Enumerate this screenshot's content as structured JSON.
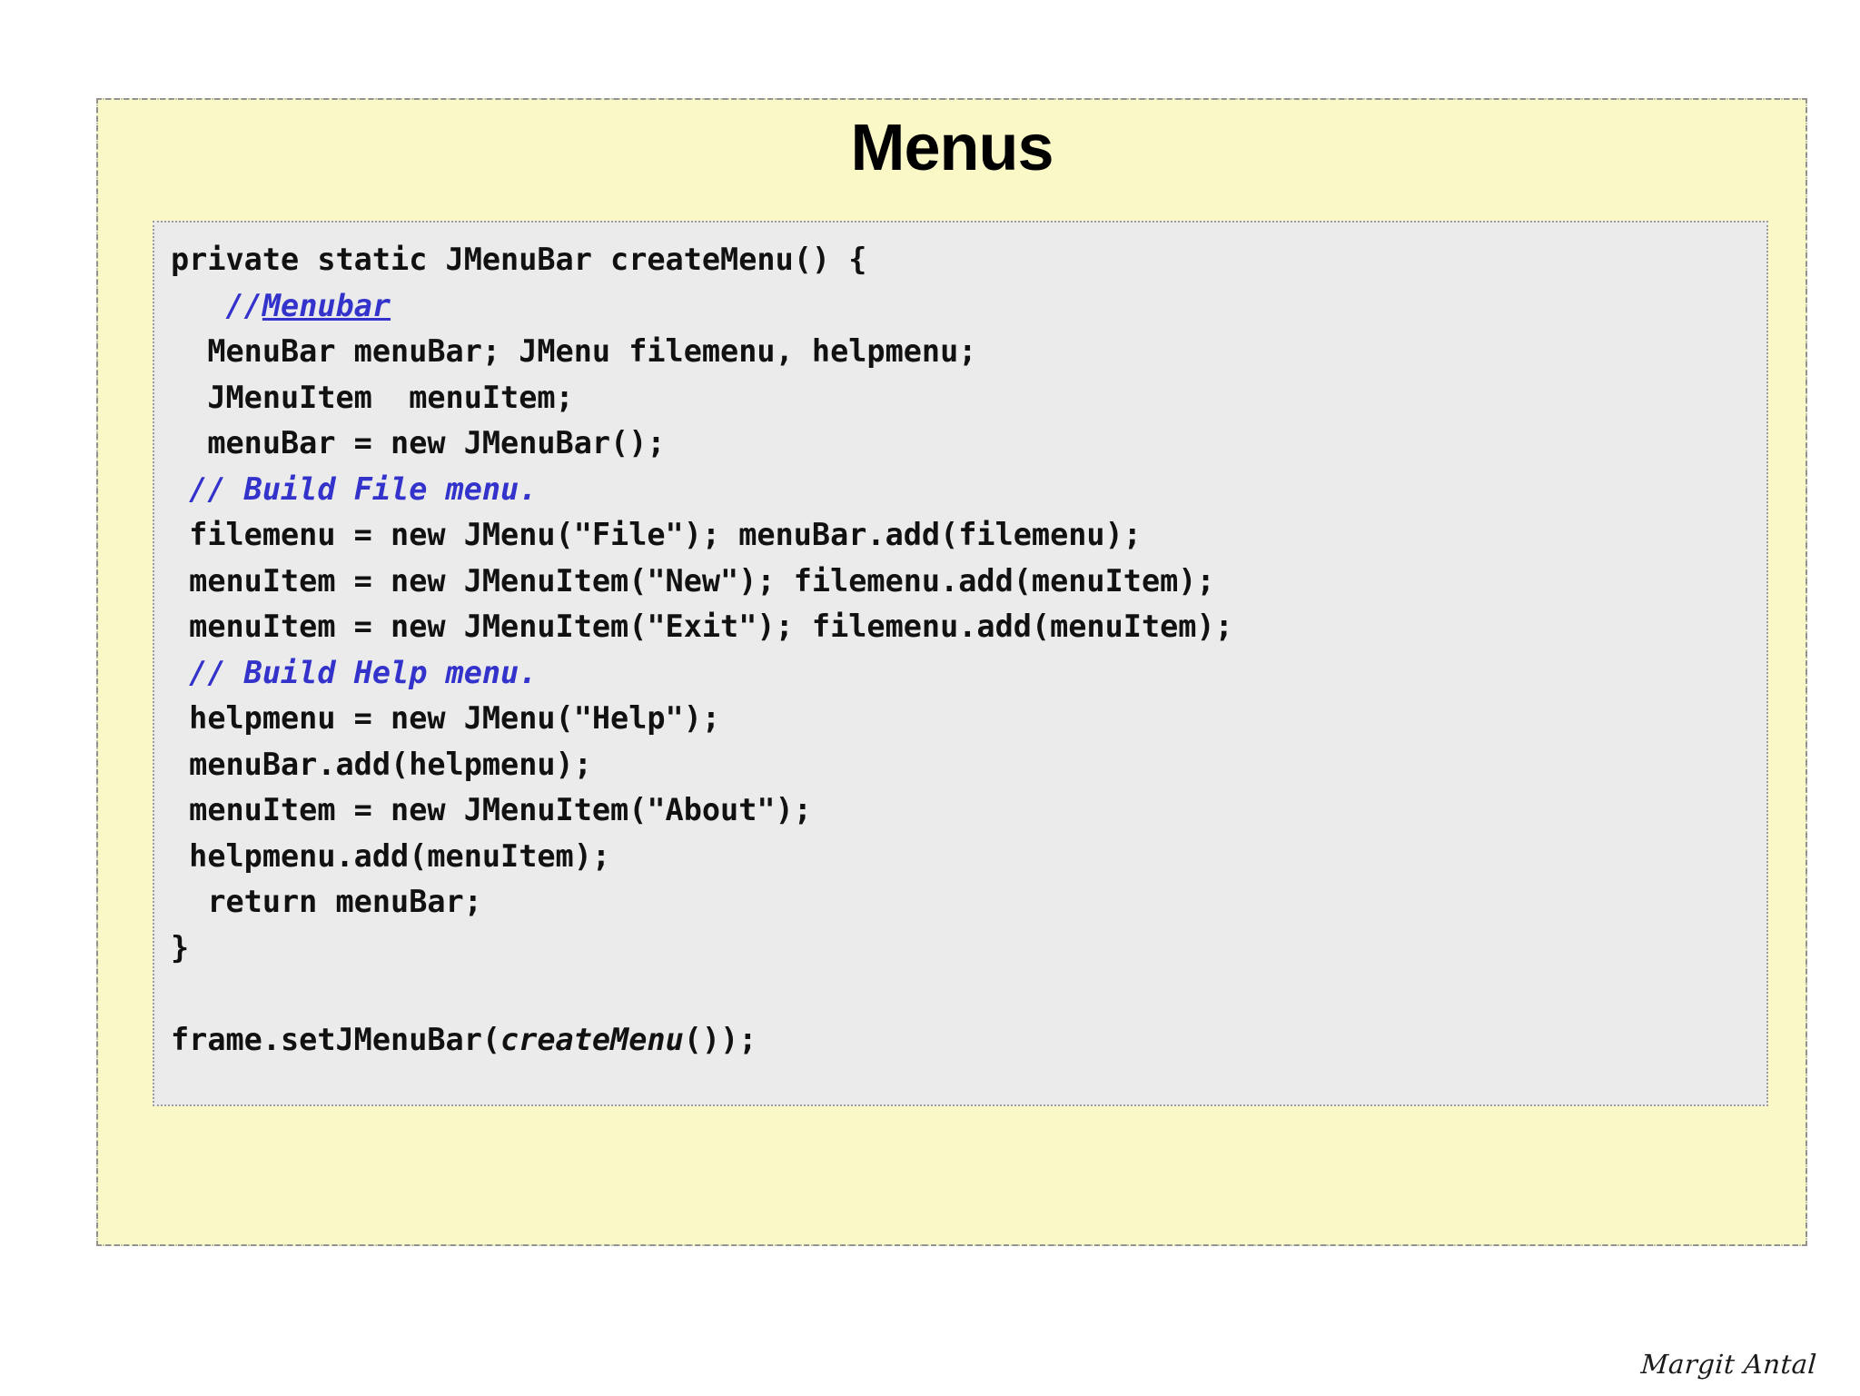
{
  "slide": {
    "title": "Menus",
    "background_color": "#fbf8c8",
    "border_color": "#8f8f8f",
    "signature": "Margit Antal"
  },
  "code_block": {
    "background_color": "#ebebeb",
    "border_color": "#9c9c9c",
    "comment_color": "#3333cc",
    "text_color": "#111111",
    "language": "java",
    "lines": [
      {
        "id": "l01",
        "segments": [
          {
            "text": "private static JMenuBar createMenu() {",
            "style": "code"
          }
        ]
      },
      {
        "id": "l02",
        "segments": [
          {
            "text": "   ",
            "style": "code"
          },
          {
            "text": "//",
            "style": "comment"
          },
          {
            "text": "Menubar",
            "style": "comment-underline"
          }
        ]
      },
      {
        "id": "l03",
        "segments": [
          {
            "text": "  MenuBar menuBar; JMenu filemenu, helpmenu;",
            "style": "code"
          }
        ]
      },
      {
        "id": "l04",
        "segments": [
          {
            "text": "  JMenuItem  menuItem;",
            "style": "code"
          }
        ]
      },
      {
        "id": "l05",
        "segments": [
          {
            "text": "  menuBar = new JMenuBar();",
            "style": "code"
          }
        ]
      },
      {
        "id": "l06",
        "segments": [
          {
            "text": " ",
            "style": "code"
          },
          {
            "text": "// Build File menu.",
            "style": "comment"
          }
        ]
      },
      {
        "id": "l07",
        "segments": [
          {
            "text": " filemenu = new JMenu(\"File\"); menuBar.add(filemenu);",
            "style": "code"
          }
        ]
      },
      {
        "id": "l08",
        "segments": [
          {
            "text": " menuItem = new JMenuItem(\"New\"); filemenu.add(menuItem);",
            "style": "code"
          }
        ]
      },
      {
        "id": "l09",
        "segments": [
          {
            "text": " menuItem = new JMenuItem(\"Exit\"); filemenu.add(menuItem);",
            "style": "code"
          }
        ]
      },
      {
        "id": "l10",
        "segments": [
          {
            "text": " ",
            "style": "code"
          },
          {
            "text": "// Build Help menu.",
            "style": "comment"
          }
        ]
      },
      {
        "id": "l11",
        "segments": [
          {
            "text": " helpmenu = new JMenu(\"Help\");",
            "style": "code"
          }
        ]
      },
      {
        "id": "l12",
        "segments": [
          {
            "text": " menuBar.add(helpmenu);",
            "style": "code"
          }
        ]
      },
      {
        "id": "l13",
        "segments": [
          {
            "text": " menuItem = new JMenuItem(\"About\");",
            "style": "code"
          }
        ]
      },
      {
        "id": "l14",
        "segments": [
          {
            "text": " helpmenu.add(menuItem);",
            "style": "code"
          }
        ]
      },
      {
        "id": "l15",
        "segments": [
          {
            "text": "  return menuBar;",
            "style": "code"
          }
        ]
      },
      {
        "id": "l16",
        "segments": [
          {
            "text": "}",
            "style": "code"
          }
        ]
      },
      {
        "id": "l17",
        "segments": [
          {
            "text": " ",
            "style": "code"
          }
        ]
      },
      {
        "id": "l18",
        "segments": [
          {
            "text": "frame.setJMenuBar(",
            "style": "code"
          },
          {
            "text": "createMenu",
            "style": "italic"
          },
          {
            "text": "());",
            "style": "code"
          }
        ]
      }
    ]
  }
}
